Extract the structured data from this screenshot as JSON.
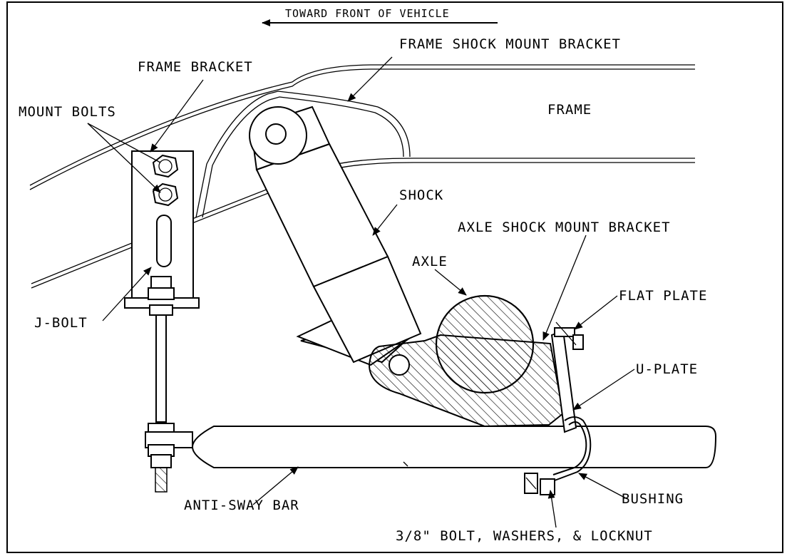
{
  "diagram": {
    "direction_label": "TOWARD FRONT OF VEHICLE",
    "labels": {
      "frame_shock_mount_bracket": "FRAME SHOCK MOUNT BRACKET",
      "frame_bracket": "FRAME BRACKET",
      "mount_bolts": "MOUNT BOLTS",
      "frame": "FRAME",
      "shock": "SHOCK",
      "axle_shock_mount_bracket": "AXLE SHOCK MOUNT BRACKET",
      "axle": "AXLE",
      "flat_plate": "FLAT PLATE",
      "j_bolt": "J-BOLT",
      "u_plate": "U-PLATE",
      "bushing": "BUSHING",
      "anti_sway_bar": "ANTI-SWAY BAR",
      "bolt_washers_locknut": "3/8\" BOLT, WASHERS, & LOCKNUT"
    }
  }
}
